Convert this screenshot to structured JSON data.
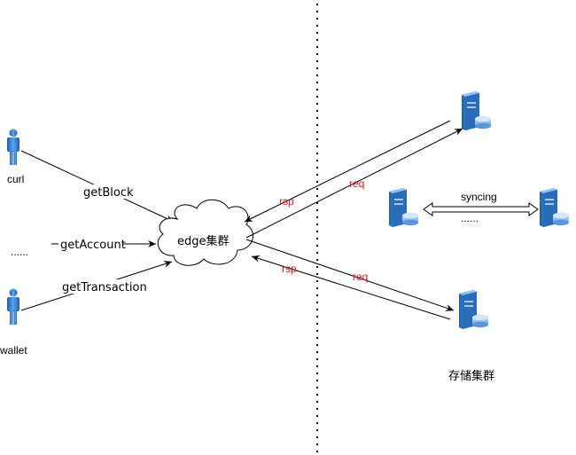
{
  "clients": {
    "curl": "curl",
    "dots": "......",
    "wallet": "wallet"
  },
  "calls": {
    "get_block": "getBlock",
    "get_account": "getAccount",
    "get_transaction": "getTransaction"
  },
  "edge_cluster": "edge集群",
  "links": {
    "top_rsp": "rsp",
    "top_req": "req",
    "bottom_rsp": "rsp",
    "bottom_req": "req"
  },
  "storage": {
    "syncing_label": "syncing",
    "syncing_dots": "......",
    "cluster_label": "存储集群"
  },
  "colors": {
    "person_blue": "#2f7fd0",
    "server_blue": "#3f8fe0",
    "label_red": "#e0161a"
  }
}
